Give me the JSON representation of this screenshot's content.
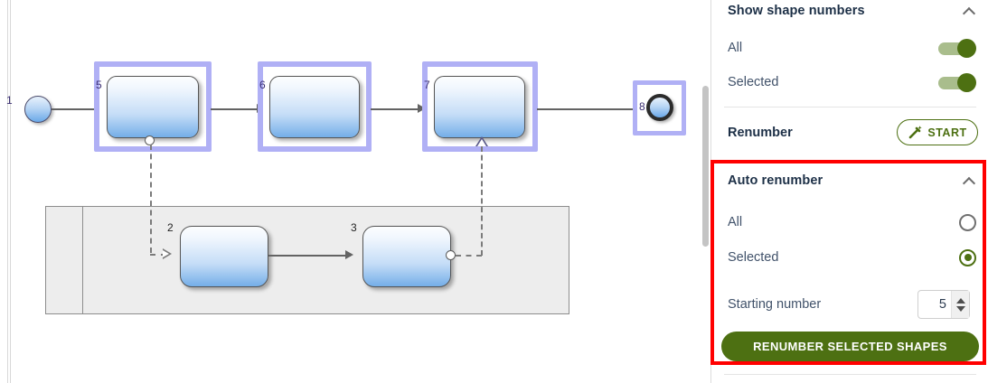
{
  "panel": {
    "sections": [
      {
        "id": "show-shape-numbers",
        "title": "Show shape numbers",
        "collapse_icon": "chevron-up-icon",
        "rows": [
          {
            "label": "All",
            "control": "toggle",
            "state": "on"
          },
          {
            "label": "Selected",
            "control": "toggle",
            "state": "on"
          }
        ]
      },
      {
        "id": "renumber",
        "title": "Renumber",
        "action": {
          "label": "START",
          "icon": "magic-wand-icon"
        }
      },
      {
        "id": "auto-renumber",
        "title": "Auto renumber",
        "collapse_icon": "chevron-up-icon",
        "highlighted": true,
        "rows": [
          {
            "label": "All",
            "control": "radio",
            "state": "off"
          },
          {
            "label": "Selected",
            "control": "radio",
            "state": "on"
          }
        ],
        "starting_number": {
          "label": "Starting number",
          "value": "5"
        },
        "primary_action": {
          "label": "RENUMBER SELECTED SHAPES"
        }
      }
    ]
  },
  "colors": {
    "accent_green": "#4d7012",
    "toggle_track": "#a9bd8c",
    "highlight_red": "#ff0000",
    "selection_halo": "#b0b0f5",
    "label_number": "#3b2f73"
  },
  "diagram": {
    "type": "bpmn-process",
    "start_event": {
      "number": "1",
      "selected": false
    },
    "end_event": {
      "number": "8",
      "selected": true
    },
    "tasks": [
      {
        "number": "5",
        "selected": true,
        "lane": "top"
      },
      {
        "number": "6",
        "selected": true,
        "lane": "top"
      },
      {
        "number": "7",
        "selected": true,
        "lane": "top"
      },
      {
        "number": "2",
        "selected": false,
        "lane": "pool"
      },
      {
        "number": "3",
        "selected": false,
        "lane": "pool"
      }
    ]
  }
}
